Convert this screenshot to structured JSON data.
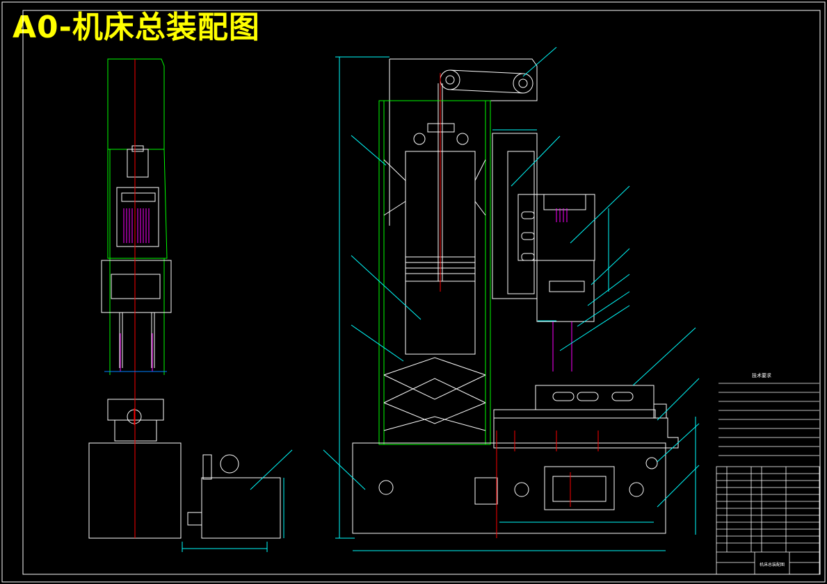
{
  "title": "A0-机床总装配图",
  "colors": {
    "background": "#000000",
    "title": "#ffff00",
    "outline": "#ffffff",
    "centerline": "#ff0000",
    "dimension": "#00ffff",
    "guard": "#00ff00",
    "motor": "#ff00ff"
  },
  "tech_requirements": {
    "heading": "技术要求"
  },
  "title_block": {
    "drawing_name": "机床总装配图"
  }
}
